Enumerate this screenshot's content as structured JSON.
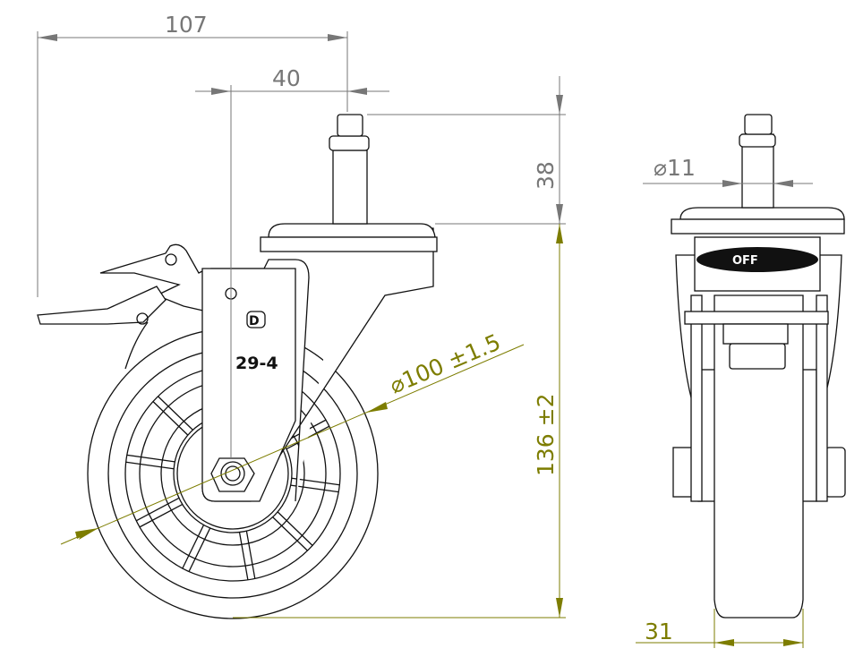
{
  "drawing": {
    "title": "Castor wheel dimension drawing",
    "colors": {
      "line": "#111111",
      "dim_gray": "#777777",
      "dim_olive": "#7d7d00"
    },
    "dimensions": {
      "overall_length": "107",
      "offset": "40",
      "stem_length": "38",
      "height": "136 ±2",
      "wheel_diameter": "⌀100 ±1.5",
      "stem_diameter": "⌀11",
      "wheel_width": "31"
    },
    "part_marking": "29-4",
    "brand_logo_text": "D",
    "brake_label": "OFF"
  }
}
